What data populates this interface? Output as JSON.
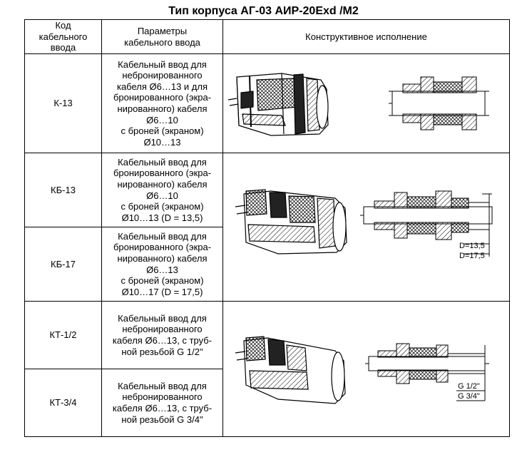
{
  "title": "Тип корпуса АГ-03 АИР-20Exd /М2",
  "header": {
    "code": "Код\nкабельного\nввода",
    "params": "Параметры\nкабельного ввода",
    "design": "Конструктивное исполнение"
  },
  "rows": [
    {
      "code": "К-13",
      "params": "Кабельный ввод для\nнебронированного\nкабеля Ø6…13 и для\nбронированного (экра-\nнированного) кабеля\nØ6…10\nс броней (экраном)\nØ10…13"
    },
    {
      "code": "КБ-13",
      "params": "Кабельный ввод для\nбронированного (экра-\nнированного) кабеля\nØ6…10\nс броней (экраном)\nØ10…13 (D = 13,5)"
    },
    {
      "code": "КБ-17",
      "params": "Кабельный ввод для\nбронированного (экра-\nнированного) кабеля\nØ6…13\nс броней (экраном)\nØ10…17 (D = 17,5)"
    },
    {
      "code": "КТ-1/2",
      "params": "Кабельный ввод для\nнебронированного\nкабеля Ø6…13, с труб-\nной резьбой G 1/2\""
    },
    {
      "code": "КТ-3/4",
      "params": "Кабельный ввод для\nнебронированного\nкабеля Ø6…13, с труб-\nной резьбой G 3/4\""
    }
  ],
  "dimensions": {
    "kb_d1": "D=13,5",
    "kb_d2": "D=17,5",
    "kt_g1": "G 1/2\"",
    "kt_g2": "G 3/4\""
  }
}
